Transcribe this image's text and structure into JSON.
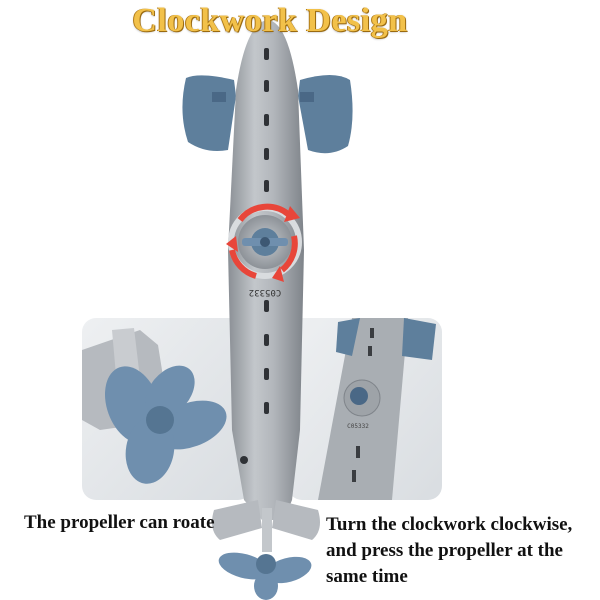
{
  "title": "Clockwork Design",
  "captions": {
    "left": "The propeller can roate",
    "right": "Turn the clockwork clockwise, and press the propeller at the same time"
  },
  "model_code": "C05332",
  "inset_code": "C05332",
  "colors": {
    "hull": "#a9adb2",
    "hull_shadow": "#8f949a",
    "fin": "#5e7f9c",
    "fin_dark": "#4a6886",
    "propeller": "#6f8fae",
    "arrow": "#e8463a",
    "title": "#f2c14a",
    "inset_bg": "#e9ecef"
  }
}
